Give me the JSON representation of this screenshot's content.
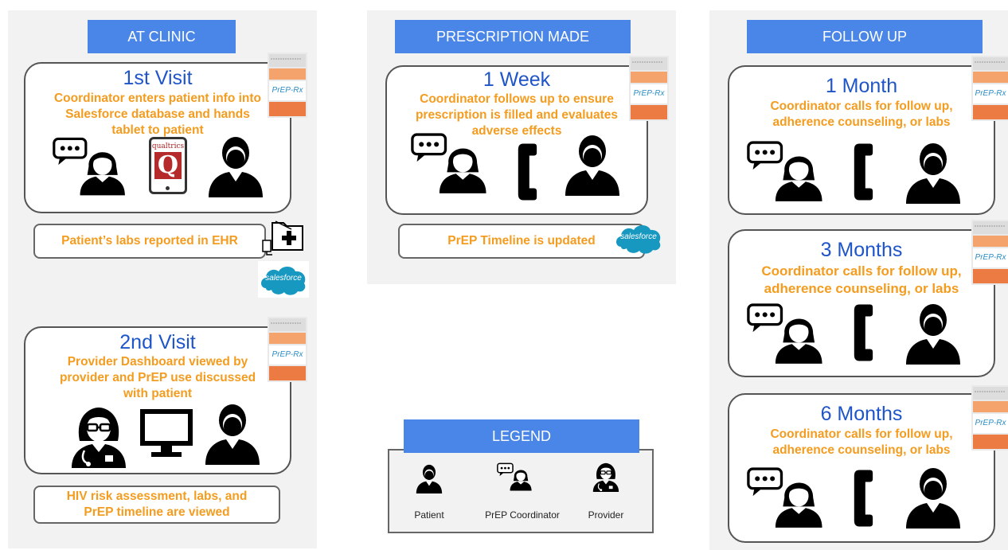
{
  "columns": {
    "clinic": {
      "header": "AT CLINIC",
      "visit1": {
        "title": "1st Visit",
        "text_lines": [
          "Coordinator enters patient info into",
          "Salesforce database and hands",
          "tablet to patient"
        ]
      },
      "labs_note": "Patient’s labs reported in EHR",
      "visit2": {
        "title": "2nd Visit",
        "text_lines": [
          "Provider Dashboard viewed by",
          "provider and PrEP use discussed",
          "with patient"
        ]
      },
      "risk_note_lines": [
        "HIV risk assessment, labs, and",
        "PrEP timeline are viewed"
      ]
    },
    "prescription": {
      "header": "PRESCRIPTION MADE",
      "week": {
        "title": "1 Week",
        "text_lines": [
          "Coordinator follows up to ensure",
          "prescription is filled and evaluates",
          "adverse effects"
        ]
      },
      "timeline_note": "PrEP Timeline is updated"
    },
    "followup": {
      "header": "FOLLOW UP",
      "cards": [
        {
          "title": "1 Month",
          "text_lines": [
            "Coordinator calls for follow up,",
            "adherence counseling, or labs"
          ]
        },
        {
          "title": "3 Months",
          "text_lines": [
            "Coordinator calls for follow up,",
            "adherence counseling, or labs"
          ]
        },
        {
          "title": "6 Months",
          "text_lines": [
            "Coordinator calls for follow up,",
            "adherence counseling, or labs"
          ]
        }
      ]
    }
  },
  "legend": {
    "header": "LEGEND",
    "items": [
      {
        "label": "Patient",
        "icon": "patient-icon"
      },
      {
        "label": "PrEP Coordinator",
        "icon": "coordinator-icon"
      },
      {
        "label": "Provider",
        "icon": "provider-icon"
      }
    ]
  },
  "badges": {
    "rx_label": "PrEP-Rx",
    "salesforce_label": "salesforce",
    "qualtrics_label": "qualtrics",
    "qualtrics_letter": "Q"
  },
  "colors": {
    "header_blue": "#4a86e8",
    "title_blue": "#1f55c8",
    "text_orange": "#f39c1f",
    "panel_gray": "#f2f2f2",
    "salesforce_blue": "#1798c1"
  }
}
